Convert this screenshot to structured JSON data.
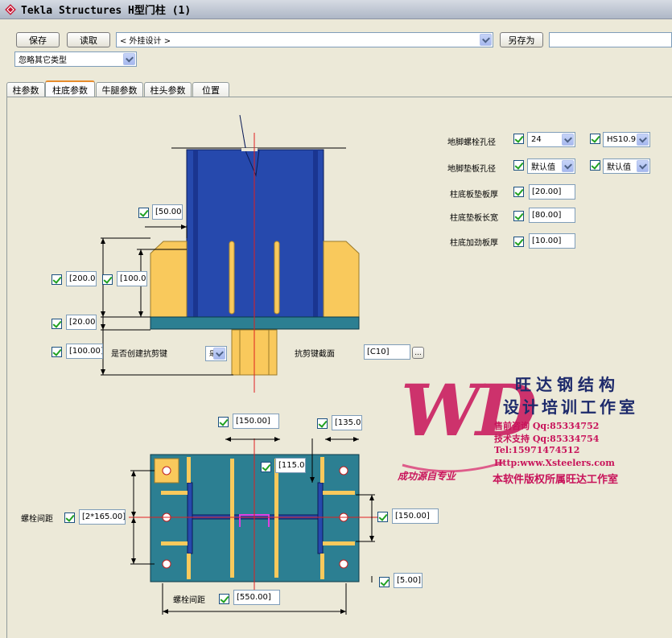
{
  "window": {
    "title": "Tekla Structures  H型门柱 (1)"
  },
  "toolbar": {
    "save_label": "保存",
    "load_label": "读取",
    "preset_value": "< 外挂设计 >",
    "save_as_label": "另存为",
    "save_as_name": "",
    "filter_value": "忽略其它类型"
  },
  "tabs": [
    {
      "label": "柱参数"
    },
    {
      "label": "柱底参数"
    },
    {
      "label": "牛腿参数"
    },
    {
      "label": "柱头参数"
    },
    {
      "label": "位置"
    }
  ],
  "right_params": {
    "bolt_hole_label": "地脚螺栓孔径",
    "bolt_hole_value": "24",
    "bolt_grade_value": "HS10.9",
    "washer_hole_label": "地脚垫板孔径",
    "washer_hole_value": "默认值",
    "washer_hole_value2": "默认值",
    "base_washer_thk_label": "柱底板垫板厚",
    "base_washer_thk_value": "[20.00]",
    "base_washer_len_label": "柱底垫板长宽",
    "base_washer_len_value": "[80.00]",
    "stiffener_thk_label": "柱底加劲板厚",
    "stiffener_thk_value": "[10.00]"
  },
  "elevation": {
    "dim_top_offset": "[50.00]",
    "dim_stiffener_height": "[200.00]",
    "dim_stiffener_inner": "[100.00]",
    "dim_base_plate": "[20.00]",
    "dim_shear_key": "[100.00]",
    "shear_key_create_label": "是否创建抗剪键",
    "shear_key_create_value": "是",
    "shear_key_section_label": "抗剪键截面",
    "shear_key_section_value": "[C10]",
    "browse_label": "..."
  },
  "plan": {
    "dim_top_spacing": "[150.00]",
    "dim_top_right": "[135.00]",
    "dim_inner": "[115.00]",
    "bolt_spacing_label_left": "螺栓间距",
    "dim_bolt_spacing_left": "[2*165.00]",
    "dim_right_spacing": "[150.00]",
    "dim_right_edge": "[5.00]",
    "bolt_spacing_label_bottom": "螺栓间距",
    "dim_bottom": "[550.00]"
  },
  "watermark": {
    "logo_text": "WD",
    "company": "旺达钢结构",
    "subtitle": "设计培训工作室",
    "consult": "售前咨询 Qq:85334752",
    "support": "技术支持 Qq:85334754",
    "tel": "Tel:15971474512",
    "url": "Http:www.Xsteelers.com",
    "slogan": "成功源自专业",
    "copyright": "本软件版权所属旺达工作室"
  },
  "colors": {
    "column_blue": "#2649ad",
    "stiffener_yellow": "#f9c95c",
    "base_plate_teal": "#2c7f92",
    "center_line_red": "#e02020",
    "shear_key_magenta": "#e040e0"
  }
}
